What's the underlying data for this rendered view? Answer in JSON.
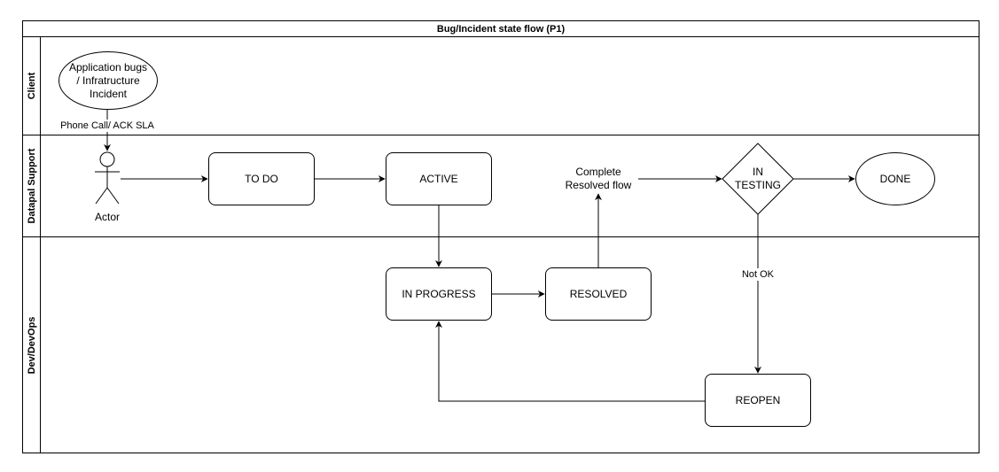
{
  "diagram": {
    "title": "Bug/Incident state flow (P1)",
    "lanes": [
      {
        "label": "Client"
      },
      {
        "label": "Datapal Support"
      },
      {
        "label": "Dev/DevOps"
      }
    ],
    "nodes": {
      "start": {
        "line1": "Application bugs",
        "line2": "/ Infratructure",
        "line3": "Incident"
      },
      "actor": {
        "label": "Actor"
      },
      "todo": {
        "label": "TO DO"
      },
      "active": {
        "label": "ACTIVE"
      },
      "complete": {
        "line1": "Complete",
        "line2": "Resolved flow"
      },
      "testing": {
        "line1": "IN",
        "line2": "TESTING"
      },
      "done": {
        "label": "DONE"
      },
      "in_progress": {
        "label": "IN PROGRESS"
      },
      "resolved": {
        "label": "RESOLVED"
      },
      "reopen": {
        "label": "REOPEN"
      }
    },
    "edge_labels": {
      "phone_call": "Phone Call/ ACK SLA",
      "not_ok": "Not OK"
    }
  }
}
